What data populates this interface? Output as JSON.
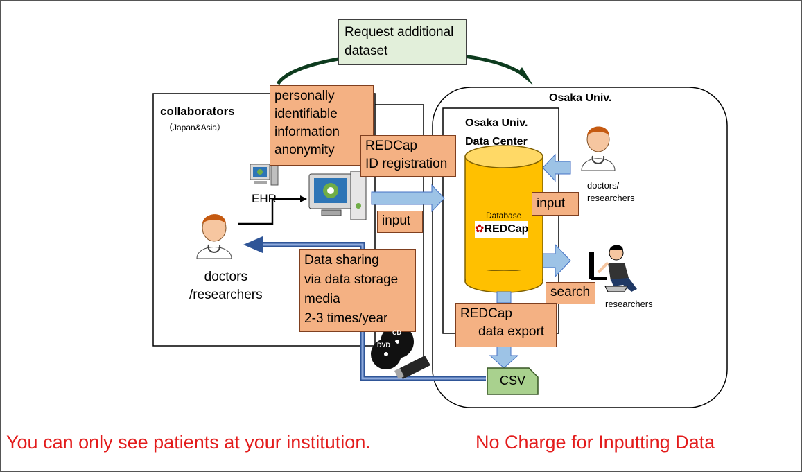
{
  "request_box": {
    "line1": "Request additional",
    "line2": "dataset"
  },
  "collaborators": {
    "title": "collaborators",
    "subtitle": "（Japan&Asia）"
  },
  "pii_box": {
    "line1": "personally",
    "line2": "identifiable",
    "line3": "information",
    "line4": "anonymity"
  },
  "redcap_id_box": {
    "line1": "REDCap",
    "line2": "ID registration"
  },
  "ehr_label": "EHR",
  "left_input_box": "input",
  "left_doctors": {
    "line1": "doctors",
    "line2": "/researchers"
  },
  "sharing_box": {
    "line1": "Data sharing",
    "line2": "via data storage",
    "line3": "media",
    "line4": "2-3 times/year"
  },
  "osaka": {
    "title": "Osaka Univ.",
    "dc_line1": "Osaka Univ.",
    "dc_line2": "Data Center"
  },
  "database": {
    "label": "Database",
    "logo": "REDCap"
  },
  "right_input_box": "input",
  "right_doctors": {
    "line1": "doctors/",
    "line2": "researchers"
  },
  "search_box": "search",
  "researchers_label": "researchers",
  "export_box": {
    "line1": "REDCap",
    "line2": "data export"
  },
  "media": {
    "cd": "CD",
    "dvd": "DVD"
  },
  "csv_label": "CSV",
  "footer": {
    "left": "You can only see patients at your institution.",
    "right": "No Charge for Inputting Data"
  },
  "colors": {
    "salmon": "#f4b183",
    "green_box": "#e2efda",
    "csv": "#a9d18e",
    "database": "#ffc000",
    "arrow_light": "#9dc3e6",
    "arrow_dark": "#4472c4",
    "footer_text": "#e31b1b"
  }
}
